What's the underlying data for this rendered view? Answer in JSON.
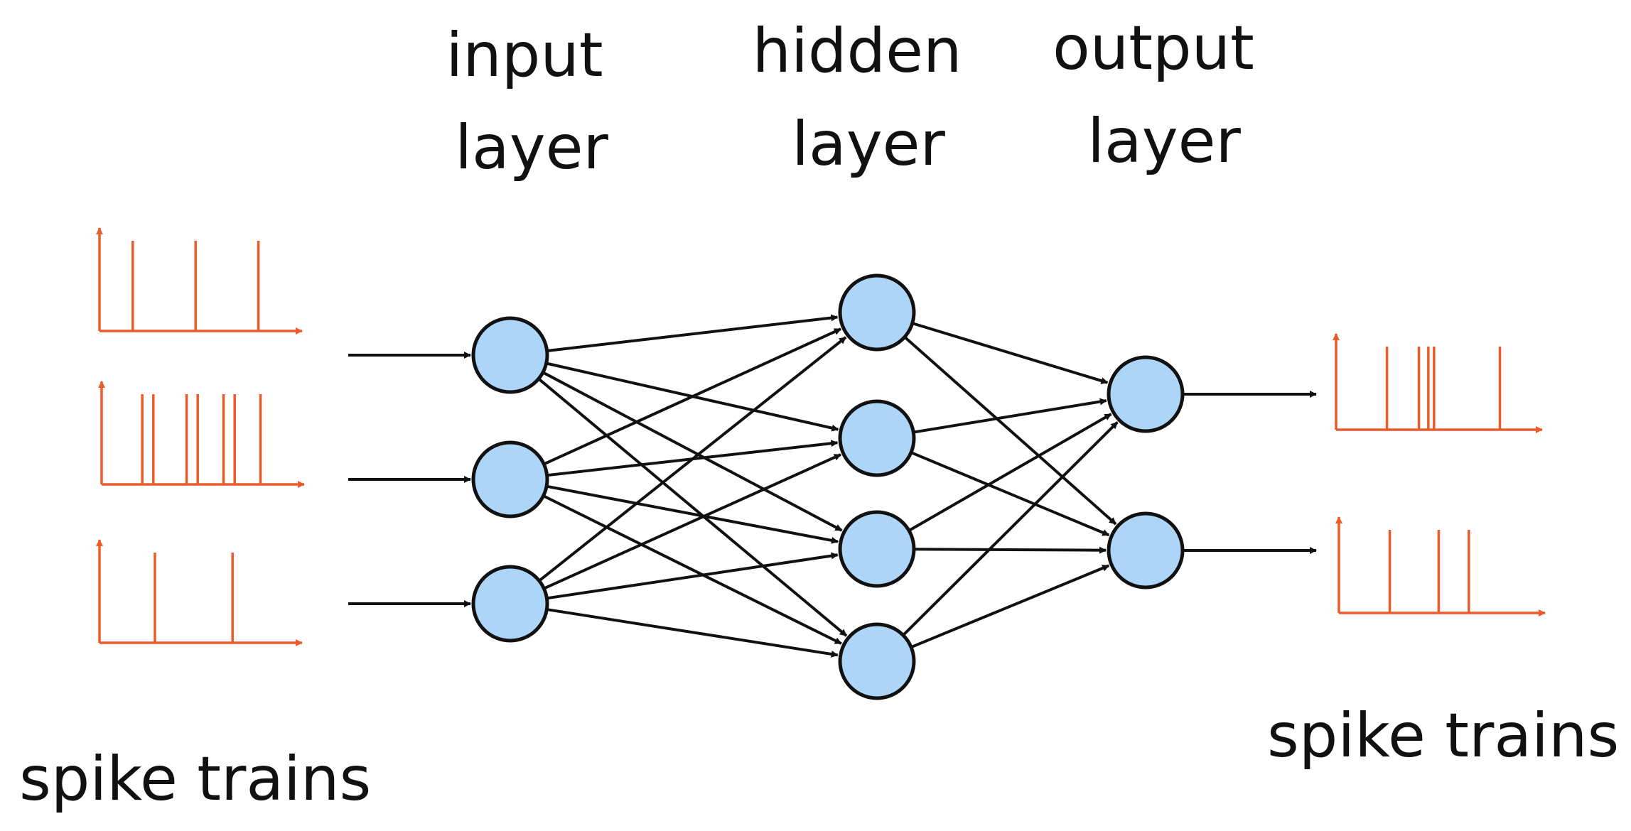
{
  "labels": {
    "input_layer": [
      "input",
      "layer"
    ],
    "hidden_layer": [
      "hidden",
      "layer"
    ],
    "output_layer": [
      "output",
      "layer"
    ],
    "spike_trains_left": "spike trains",
    "spike_trains_right": "spike trains"
  },
  "network": {
    "layers": [
      {
        "name": "input",
        "neurons": 3
      },
      {
        "name": "hidden",
        "neurons": 4
      },
      {
        "name": "output",
        "neurons": 2
      }
    ],
    "fully_connected": true
  },
  "spike_trains": {
    "input": [
      {
        "spikes": [
          0.18,
          0.52,
          0.86
        ]
      },
      {
        "spikes": [
          0.22,
          0.28,
          0.46,
          0.52,
          0.66,
          0.72,
          0.86
        ]
      },
      {
        "spikes": [
          0.3,
          0.72
        ]
      }
    ],
    "output": [
      {
        "spikes": [
          0.27,
          0.44,
          0.49,
          0.52,
          0.87
        ]
      },
      {
        "spikes": [
          0.27,
          0.53,
          0.69
        ]
      }
    ]
  },
  "colors": {
    "spike": "#ec5b2b",
    "node_fill": "#add5f7",
    "line": "#111111"
  }
}
